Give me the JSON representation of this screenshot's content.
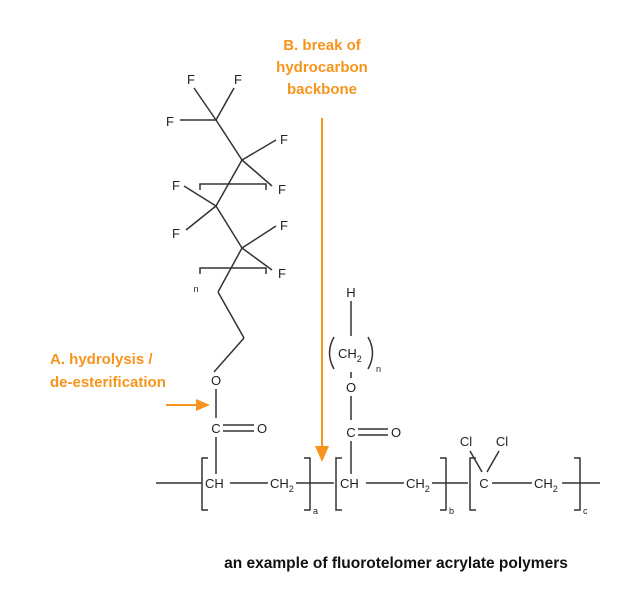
{
  "annotations": {
    "a_line1": "A. hydrolysis /",
    "a_line2": "de-esterification",
    "b_line1": "B. break of",
    "b_line2": "hydrocarbon",
    "b_line3": "backbone"
  },
  "caption": "an example of fluorotelomer acrylate polymers",
  "atoms": {
    "fluorine": "F",
    "oxygen": "O",
    "carbon": "C",
    "chlorine": "Cl",
    "hydrogen": "H",
    "ch": "CH",
    "ch2": "CH",
    "two": "2"
  },
  "subscripts": {
    "n": "n",
    "a": "a",
    "b": "b",
    "c": "c"
  },
  "colors": {
    "accent": "#f7941d",
    "bond": "#333333",
    "text": "#222222"
  }
}
